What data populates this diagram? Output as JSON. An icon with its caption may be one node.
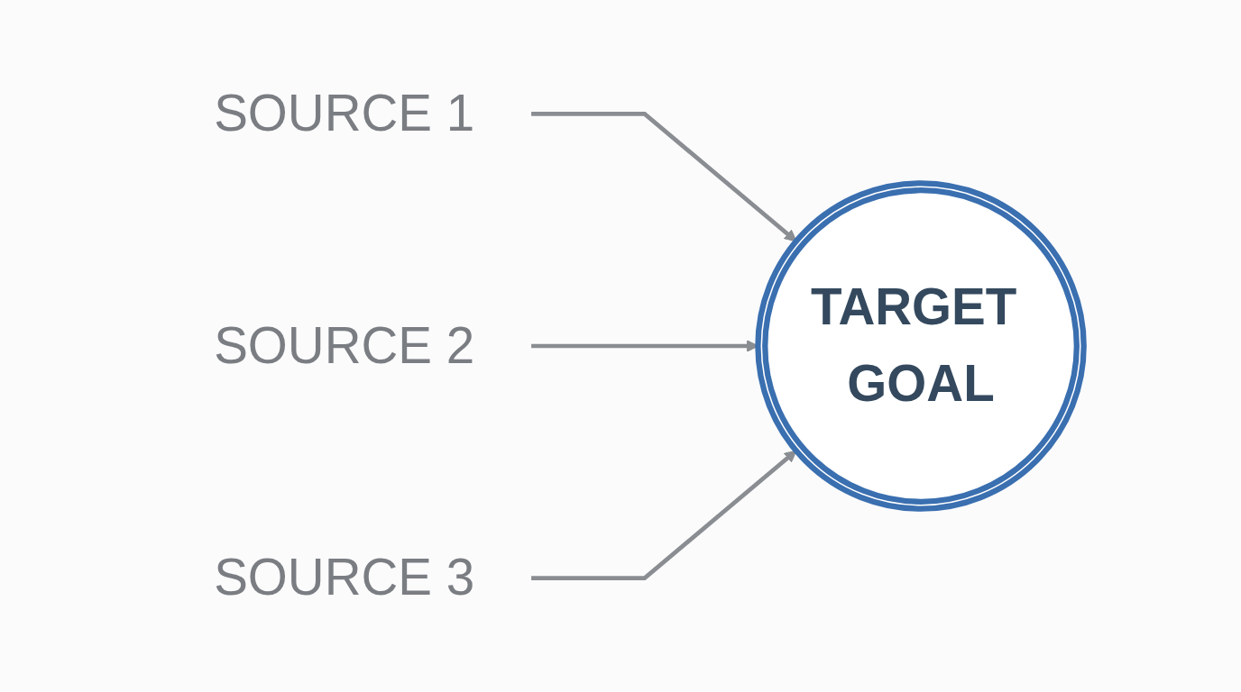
{
  "diagram": {
    "nodes": [
      {
        "text": [
          "SOURCE 1"
        ]
      },
      {
        "text": [
          "SOURCE 2"
        ]
      },
      {
        "text": [
          "SOURCE 3"
        ]
      },
      {
        "text": [
          "TARGET GOAL"
        ]
      }
    ],
    "edges": [
      {
        "from": 0,
        "to": 3,
        "arrow": "to"
      },
      {
        "from": 1,
        "to": 3,
        "arrow": "to"
      },
      {
        "from": 2,
        "to": 3,
        "arrow": "to"
      }
    ]
  }
}
